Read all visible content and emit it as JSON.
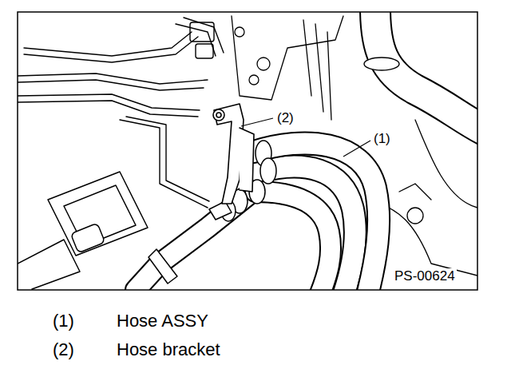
{
  "diagram": {
    "labels": [
      "(2)",
      "(1)",
      "PS-00624",
      "(1)",
      "Hose ASSY",
      "(2)",
      "Hose bracket"
    ]
  }
}
